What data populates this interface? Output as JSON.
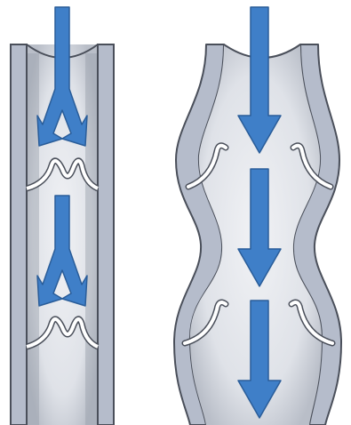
{
  "diagram": {
    "panels": [
      {
        "id": "healthy-vein",
        "valve_count": 2,
        "valve_state": "closed",
        "flow": "reflux-blocked"
      },
      {
        "id": "varicose-vein",
        "valve_count": 2,
        "valve_state": "incompetent",
        "flow": "reflux-through"
      }
    ],
    "colors": {
      "background": "#ffffff",
      "wall_fill": "#b5bccb",
      "wall_stroke": "#4a4f5a",
      "lumen": "#e6e8ed",
      "stipple": "#8a8f99",
      "arrow": "#3f7fc8",
      "arrow_stroke": "#2a5d99",
      "valve": "#ffffff"
    }
  }
}
